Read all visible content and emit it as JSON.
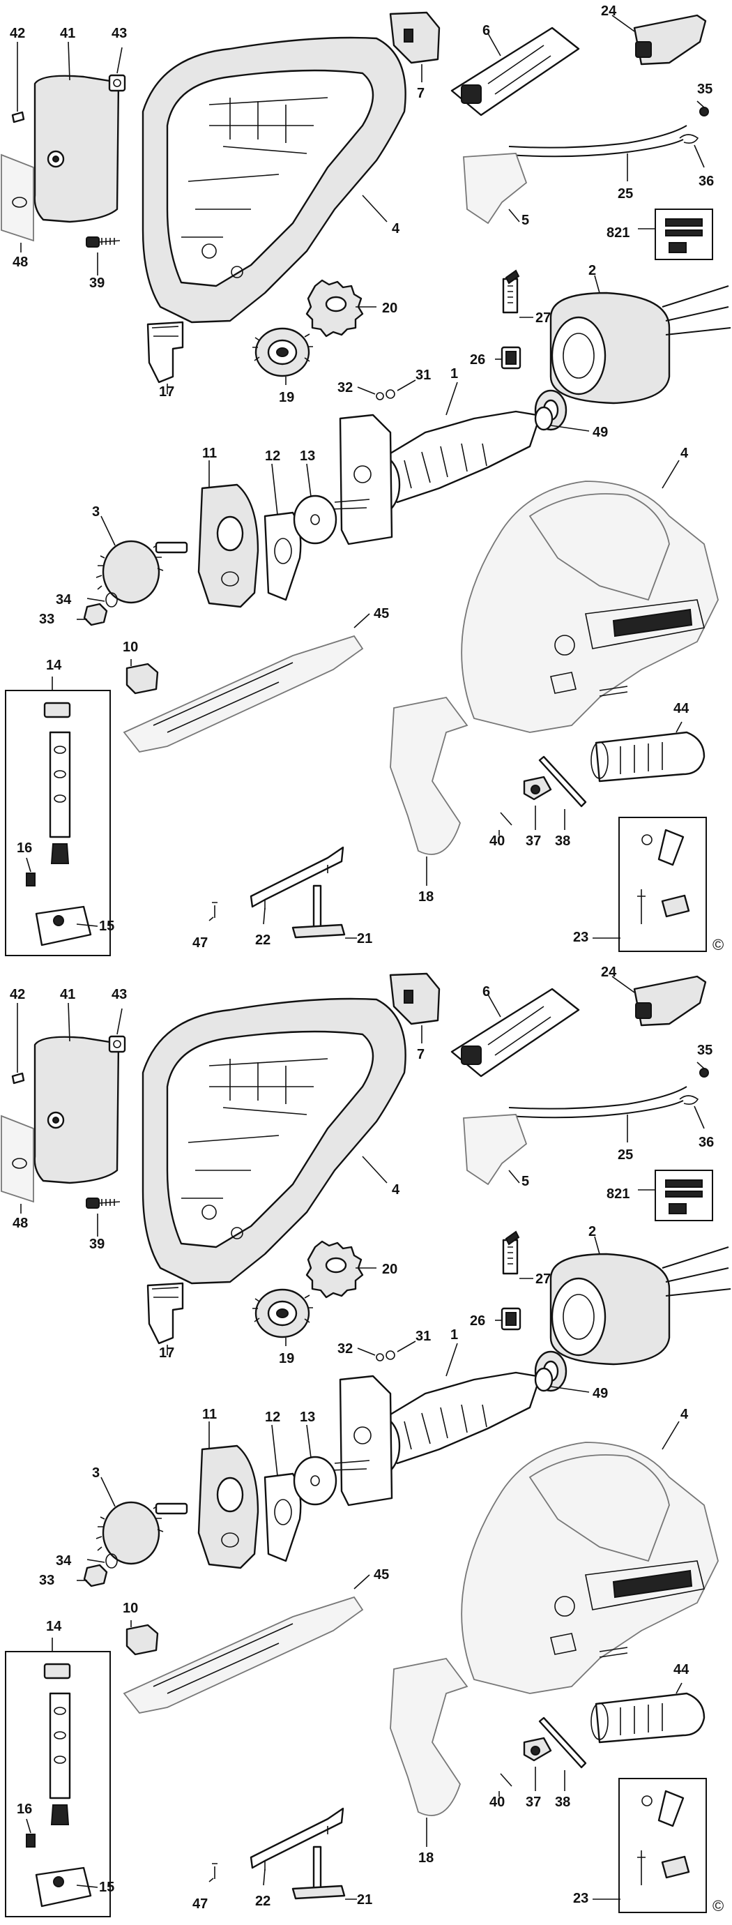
{
  "diagram": {
    "copyright_mark": "©",
    "panels": [
      {
        "id": "upper"
      },
      {
        "id": "lower"
      }
    ],
    "parts": [
      {
        "id": "p42",
        "label": "42"
      },
      {
        "id": "p41",
        "label": "41"
      },
      {
        "id": "p43",
        "label": "43"
      },
      {
        "id": "p48",
        "label": "48"
      },
      {
        "id": "p39",
        "label": "39"
      },
      {
        "id": "p17",
        "label": "17"
      },
      {
        "id": "p7",
        "label": "7"
      },
      {
        "id": "p6",
        "label": "6"
      },
      {
        "id": "p24",
        "label": "24"
      },
      {
        "id": "p35",
        "label": "35"
      },
      {
        "id": "p36",
        "label": "36"
      },
      {
        "id": "p25",
        "label": "25"
      },
      {
        "id": "p5",
        "label": "5"
      },
      {
        "id": "p821",
        "label": "821"
      },
      {
        "id": "p4a",
        "label": "4"
      },
      {
        "id": "p20",
        "label": "20"
      },
      {
        "id": "p19",
        "label": "19"
      },
      {
        "id": "p27",
        "label": "27"
      },
      {
        "id": "p26",
        "label": "26"
      },
      {
        "id": "p2",
        "label": "2"
      },
      {
        "id": "p31",
        "label": "31"
      },
      {
        "id": "p32",
        "label": "32"
      },
      {
        "id": "p1",
        "label": "1"
      },
      {
        "id": "p49",
        "label": "49"
      },
      {
        "id": "p11",
        "label": "11"
      },
      {
        "id": "p12",
        "label": "12"
      },
      {
        "id": "p13",
        "label": "13"
      },
      {
        "id": "p3",
        "label": "3"
      },
      {
        "id": "p34",
        "label": "34"
      },
      {
        "id": "p33",
        "label": "33"
      },
      {
        "id": "p4b",
        "label": "4"
      },
      {
        "id": "p45",
        "label": "45"
      },
      {
        "id": "p10",
        "label": "10"
      },
      {
        "id": "p14",
        "label": "14"
      },
      {
        "id": "p16",
        "label": "16"
      },
      {
        "id": "p15",
        "label": "15"
      },
      {
        "id": "p44",
        "label": "44"
      },
      {
        "id": "p40",
        "label": "40"
      },
      {
        "id": "p37",
        "label": "37"
      },
      {
        "id": "p38",
        "label": "38"
      },
      {
        "id": "p18",
        "label": "18"
      },
      {
        "id": "p23",
        "label": "23"
      },
      {
        "id": "p47",
        "label": "47"
      },
      {
        "id": "p22",
        "label": "22"
      },
      {
        "id": "p21",
        "label": "21"
      }
    ],
    "colors": {
      "ink": "#111111",
      "paper": "#ffffff",
      "shade": "#e6e6e6"
    }
  }
}
